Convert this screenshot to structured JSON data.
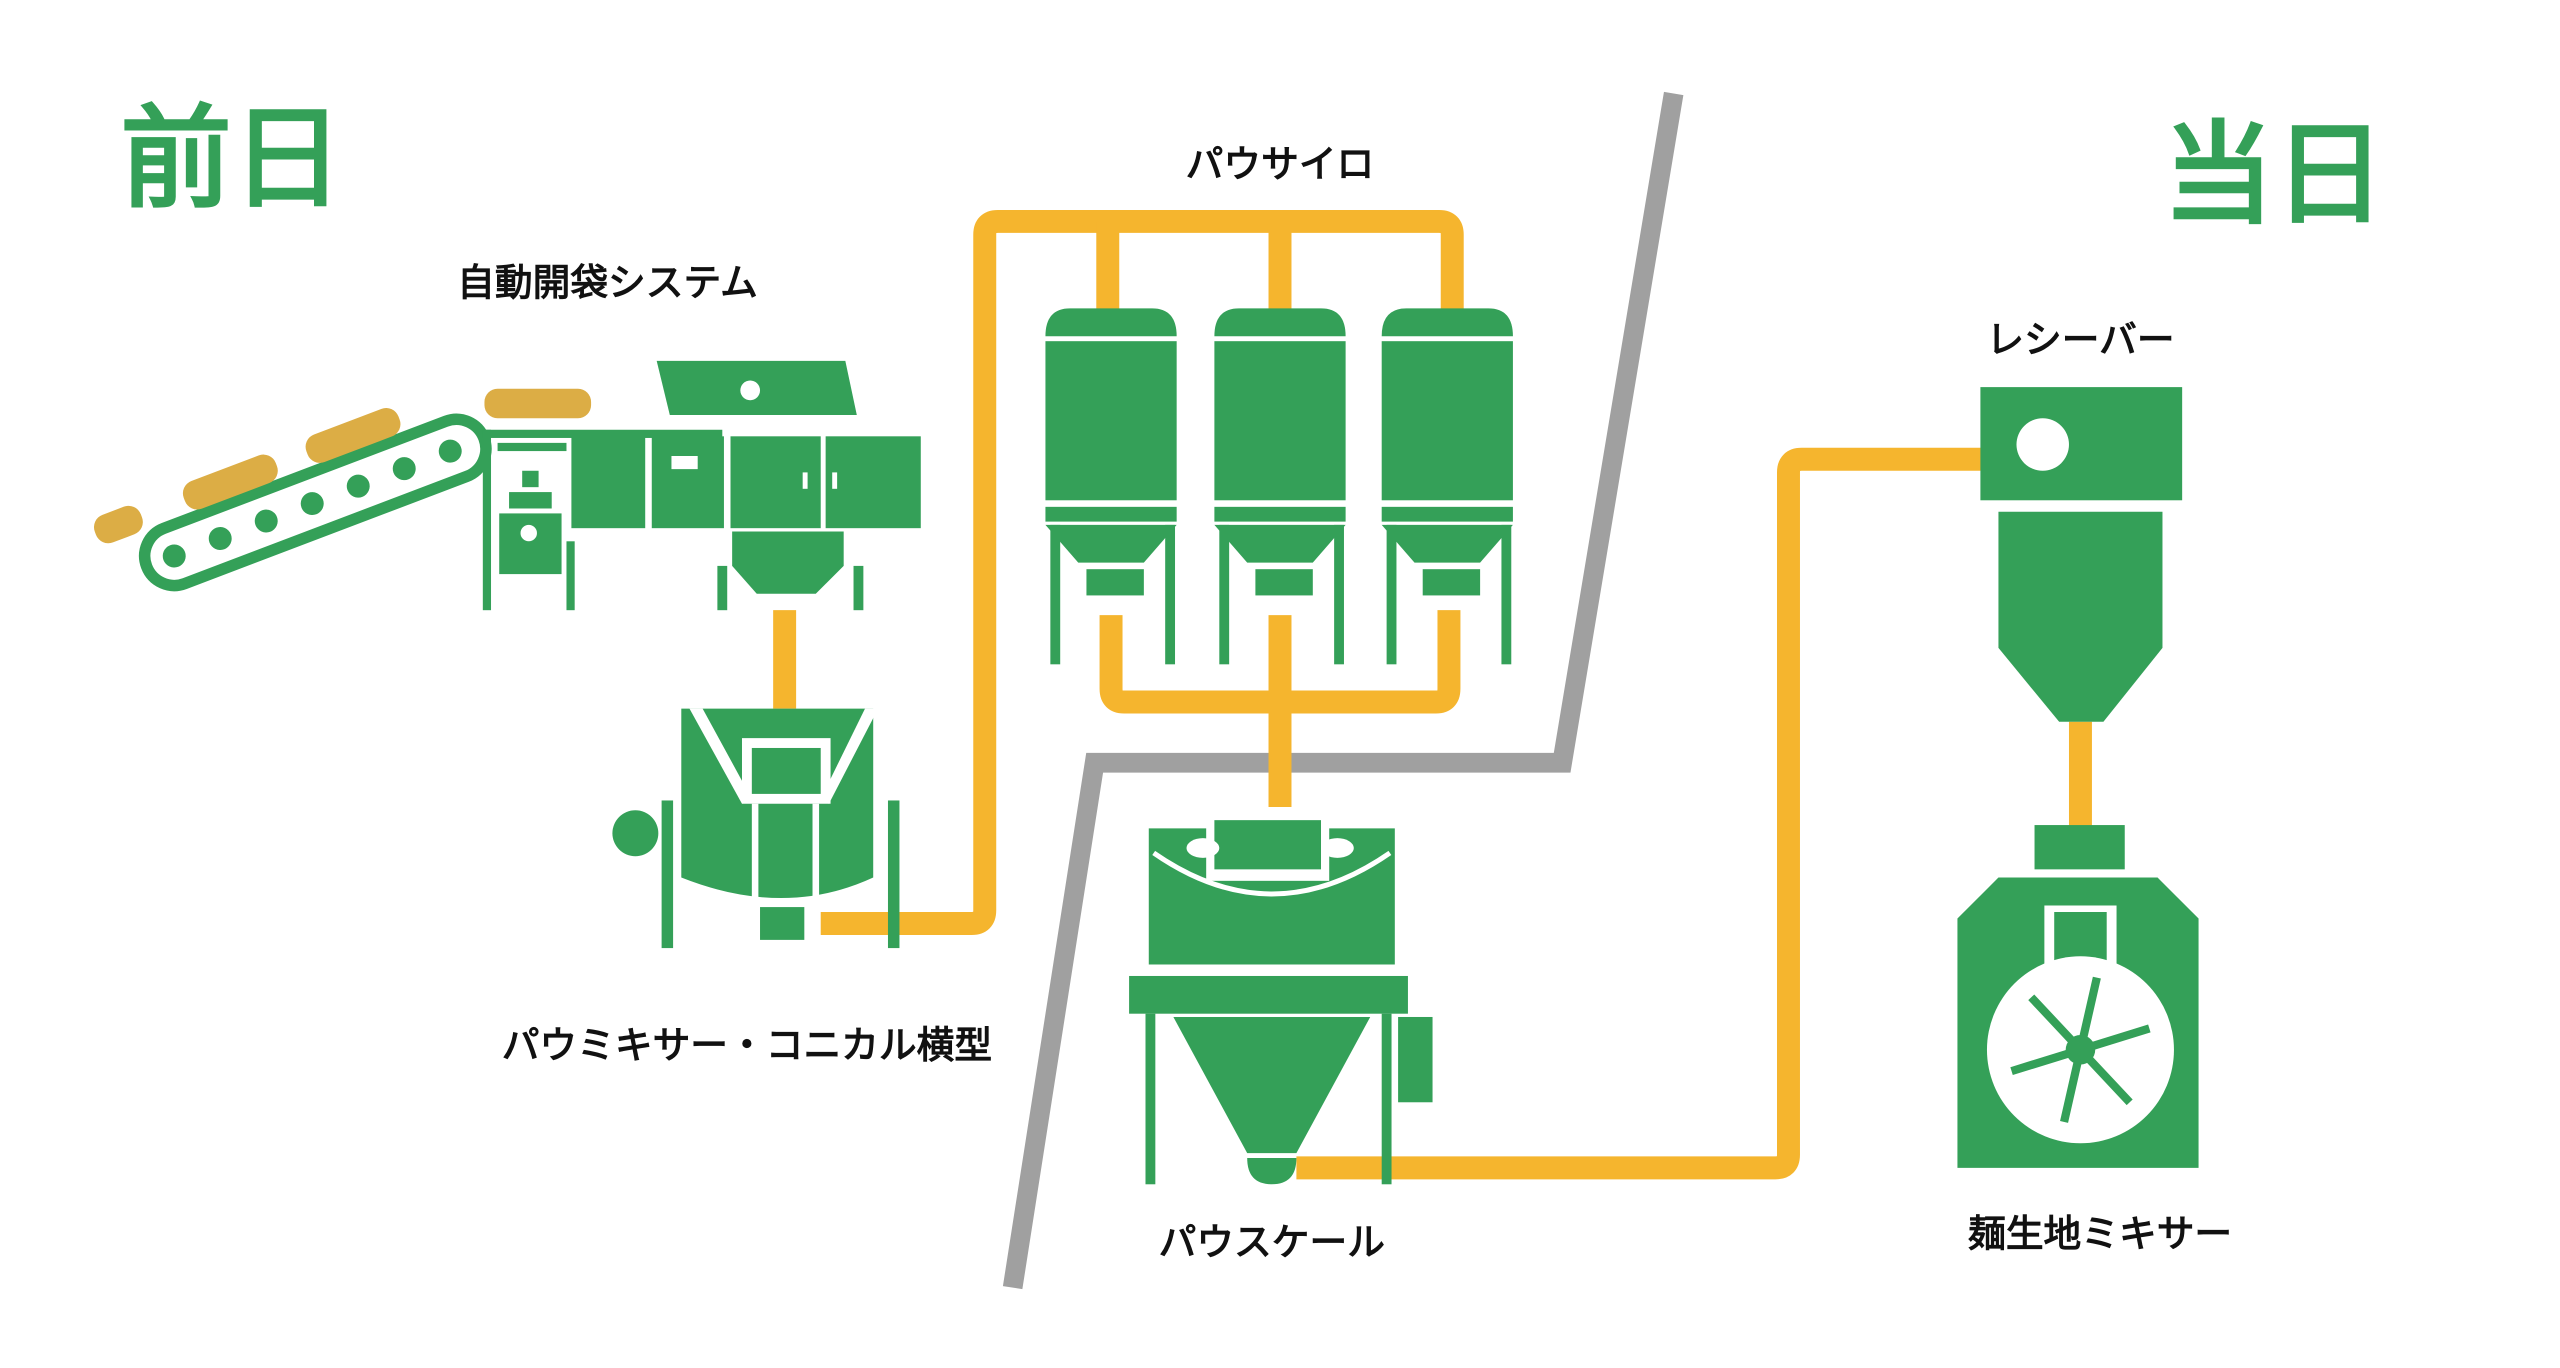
{
  "headings": {
    "previous_day": "前日",
    "same_day": "当日"
  },
  "labels": {
    "bag_opener": "自動開袋システム",
    "silo": "パウサイロ",
    "mixer_conical": "パウミキサー・コニカル横型",
    "scale": "パウスケール",
    "receiver": "レシーバー",
    "noodle_mixer": "麺生地ミキサー"
  },
  "colors": {
    "equipment": "#34a058",
    "pipe": "#f5b52e",
    "sack": "#dcad45",
    "divider": "#a0a0a0"
  }
}
